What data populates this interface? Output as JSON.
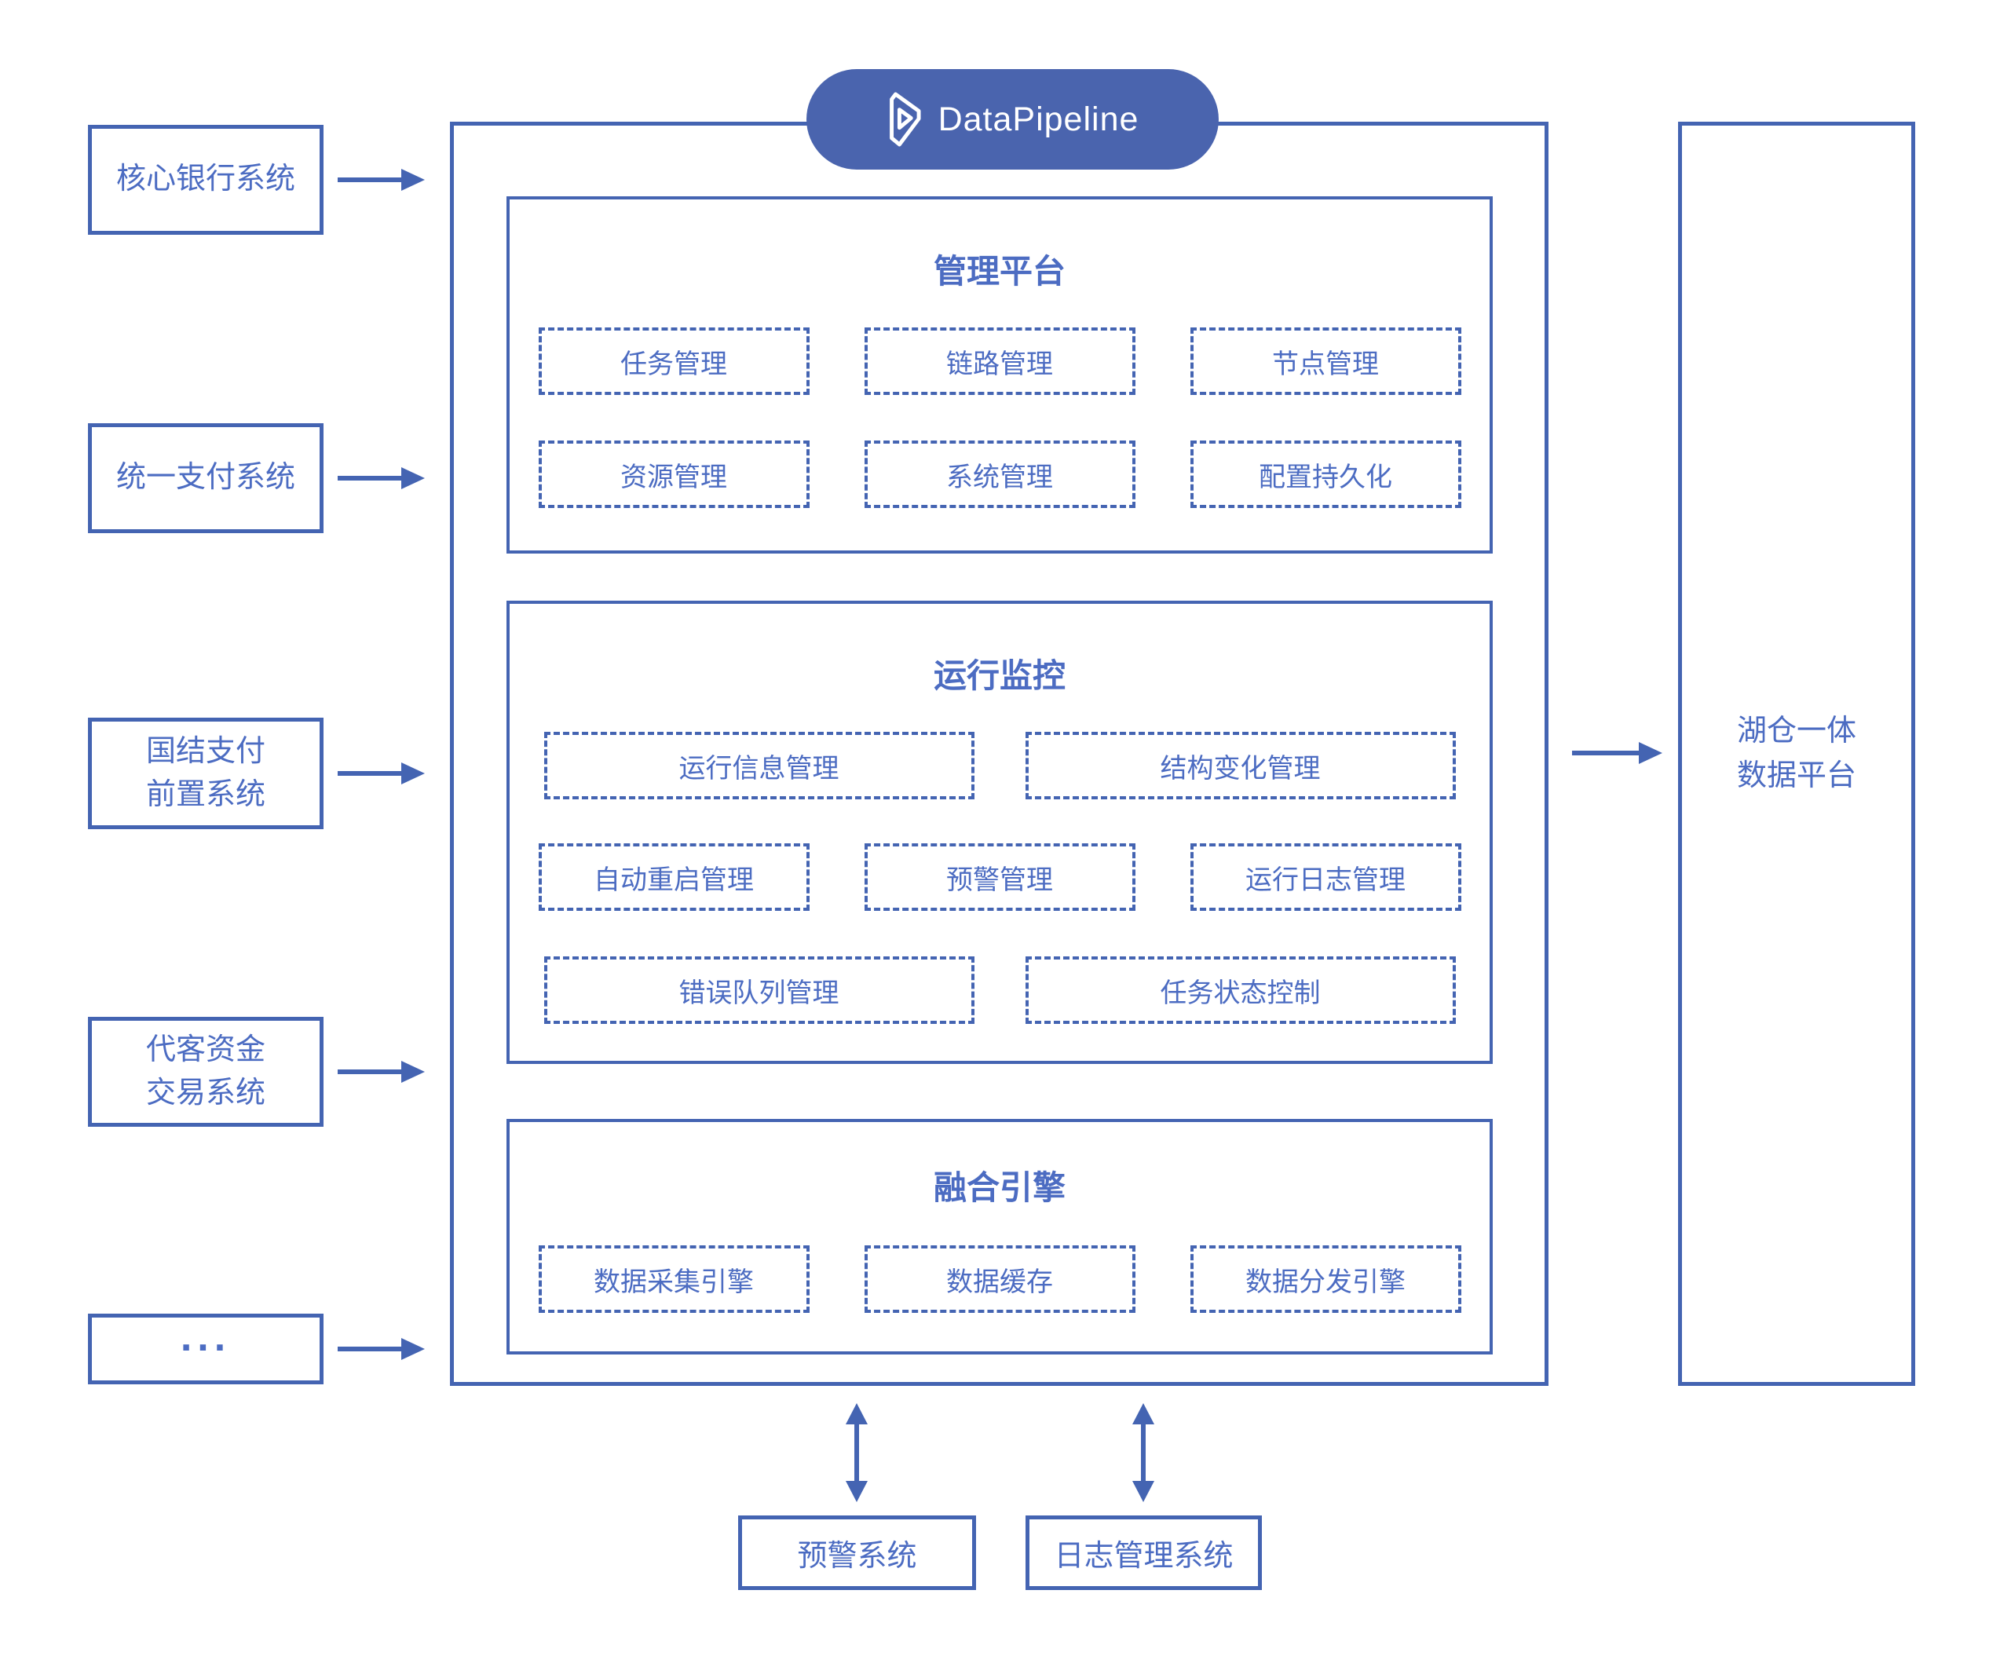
{
  "colors": {
    "line": "#4464b2",
    "text": "#4c6cc2",
    "pill_bg": "#4a64ae"
  },
  "logo": {
    "text": "DataPipeline",
    "icon": "datapipeline-prism-icon"
  },
  "sources": [
    {
      "lines": [
        "核心银行系统"
      ]
    },
    {
      "lines": [
        "统一支付系统"
      ]
    },
    {
      "lines": [
        "国结支付",
        "前置系统"
      ]
    },
    {
      "lines": [
        "代客资金",
        "交易系统"
      ]
    },
    {
      "lines": [
        "..."
      ]
    }
  ],
  "platform": {
    "sections": [
      {
        "title": "管理平台",
        "rows": [
          [
            "任务管理",
            "链路管理",
            "节点管理"
          ],
          [
            "资源管理",
            "系统管理",
            "配置持久化"
          ]
        ]
      },
      {
        "title": "运行监控",
        "rows": [
          [
            "运行信息管理",
            "结构变化管理"
          ],
          [
            "自动重启管理",
            "预警管理",
            "运行日志管理"
          ],
          [
            "错误队列管理",
            "任务状态控制"
          ]
        ]
      },
      {
        "title": "融合引擎",
        "rows": [
          [
            "数据采集引擎",
            "数据缓存",
            "数据分发引擎"
          ]
        ]
      }
    ]
  },
  "destination": {
    "lines": [
      "湖仓一体",
      "数据平台"
    ]
  },
  "bottom_systems": [
    {
      "label": "预警系统"
    },
    {
      "label": "日志管理系统"
    }
  ]
}
